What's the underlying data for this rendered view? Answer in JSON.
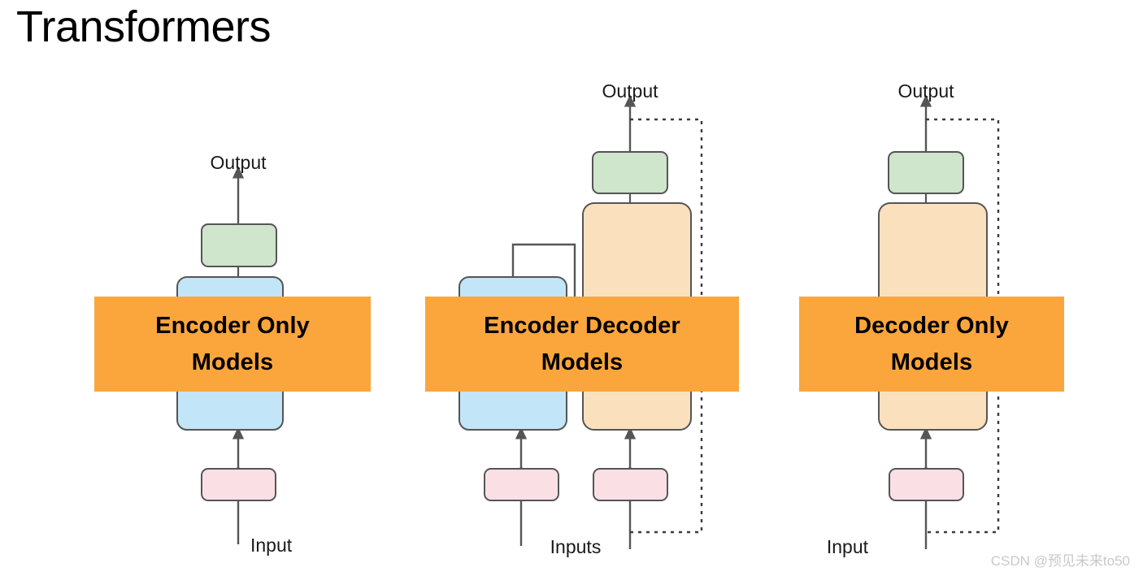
{
  "page": {
    "title": "Transformers",
    "background_color": "#ffffff",
    "watermark": "CSDN @预见未来to50"
  },
  "palette": {
    "banner_orange": "#FBA63C",
    "encoder_blue": "#C2E5F7",
    "decoder_orange": "#FBE0BE",
    "head_green": "#CFE5CC",
    "embedding_pink": "#FAE0E4",
    "stroke_gray": "#555555",
    "title_black": "#000000",
    "watermark_gray": "#c9c9c9"
  },
  "chart_data": {
    "type": "diagram",
    "title": "Transformers",
    "columns": [
      {
        "id": "encoder-only",
        "banner_label": "Encoder Only\nModels",
        "input_label": "Input",
        "output_label": "Output",
        "blocks": [
          {
            "name": "embedding",
            "color": "#FAE0E4"
          },
          {
            "name": "encoder-stack",
            "color": "#C2E5F7"
          },
          {
            "name": "output-head",
            "color": "#CFE5CC"
          }
        ],
        "feedback_loop": false,
        "cross_attention": false
      },
      {
        "id": "encoder-decoder",
        "banner_label": "Encoder Decoder\nModels",
        "input_label": "Inputs",
        "output_label": "Output",
        "blocks": [
          {
            "name": "encoder-embedding",
            "color": "#FAE0E4"
          },
          {
            "name": "encoder-stack",
            "color": "#C2E5F7"
          },
          {
            "name": "decoder-embedding",
            "color": "#FAE0E4"
          },
          {
            "name": "decoder-stack",
            "color": "#FBE0BE"
          },
          {
            "name": "output-head",
            "color": "#CFE5CC"
          }
        ],
        "feedback_loop": true,
        "cross_attention": true
      },
      {
        "id": "decoder-only",
        "banner_label": "Decoder Only\nModels",
        "input_label": "Input",
        "output_label": "Output",
        "blocks": [
          {
            "name": "embedding",
            "color": "#FAE0E4"
          },
          {
            "name": "decoder-stack",
            "color": "#FBE0BE"
          },
          {
            "name": "output-head",
            "color": "#CFE5CC"
          }
        ],
        "feedback_loop": true,
        "cross_attention": false
      }
    ]
  },
  "labels": {
    "col1_output": "Output",
    "col1_input": "Input",
    "col2_output": "Output",
    "col2_input": "Inputs",
    "col3_output": "Output",
    "col3_input": "Input"
  },
  "banners": {
    "encoder_only": "Encoder Only\nModels",
    "encoder_decoder": "Encoder Decoder\nModels",
    "decoder_only": "Decoder Only\nModels"
  }
}
